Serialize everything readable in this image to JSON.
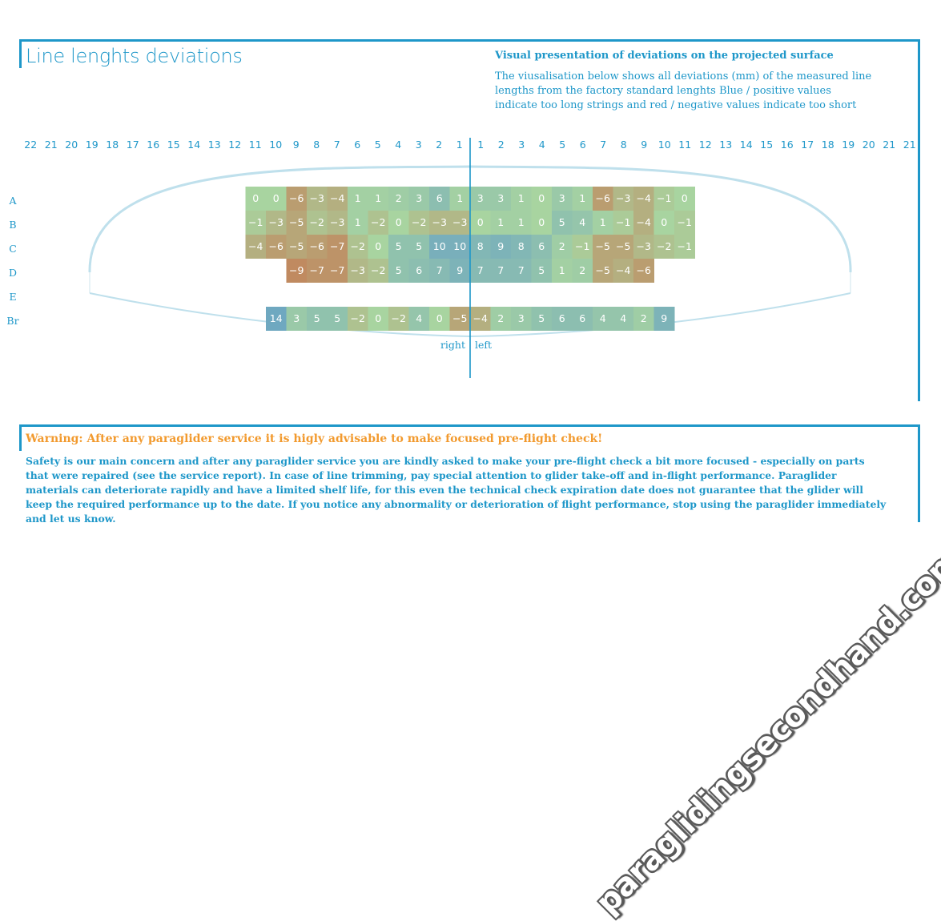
{
  "page": {
    "title": "Line lenghts deviations",
    "visual_title": "Visual presentation of deviations on the projected surface",
    "visual_description": "The viusalisation below shows all deviations (mm) of the measured line lengths from the factory standard lenghts Blue / positive values indicate too long strings and red / negative values indicate too short",
    "warning_title": "Warning: After any paraglider service it is higly advisable to make focused pre-flight check!",
    "warning_body": "Safety is our main concern and after any paraglider service you are kindly asked to make your pre-flight check a bit more focused - especially on parts that were repaired (see the service report). In case of line trimming, pay special attention to glider take-off and in-flight performance. Paraglider materials can deteriorate rapidly and have a limited shelf life, for this even the technical check expiration date does not guarantee that the glider will keep the required performance up to the date. If you notice any abnormality or deterioration of flight performance, stop using the paraglider immediately and let us know.",
    "watermark": "paraglidingsecondhand.com"
  },
  "colors": {
    "accent": "#1e97c9",
    "warning": "#f29a2e",
    "positive": "#6fa8c0",
    "neutral": "#a8d4a0",
    "negative": "#c08a60"
  },
  "chart_data": {
    "type": "heatmap",
    "units": "mm",
    "right_label": "right",
    "left_label": "left",
    "right_columns": [
      "22",
      "21",
      "20",
      "19",
      "18",
      "17",
      "16",
      "15",
      "14",
      "13",
      "12",
      "11",
      "10",
      "9",
      "8",
      "7",
      "6",
      "5",
      "4",
      "3",
      "2",
      "1"
    ],
    "left_columns": [
      "1",
      "2",
      "3",
      "4",
      "5",
      "6",
      "7",
      "8",
      "9",
      "10",
      "11",
      "12",
      "13",
      "14",
      "15",
      "16",
      "17",
      "18",
      "19",
      "20",
      "21",
      "21"
    ],
    "rows": [
      {
        "label": "A",
        "right": {
          "from": 11,
          "values": [
            0,
            0,
            -6,
            -3,
            -4,
            1,
            1,
            2,
            3,
            6,
            1
          ]
        },
        "left": {
          "values": [
            3,
            3,
            1,
            0,
            3,
            1,
            -6,
            -3,
            -4,
            -1,
            0
          ]
        }
      },
      {
        "label": "B",
        "right": {
          "from": 11,
          "values": [
            -1,
            -3,
            -5,
            -2,
            -3,
            1,
            -2,
            0,
            -2,
            -3,
            -3
          ]
        },
        "left": {
          "values": [
            0,
            1,
            1,
            0,
            5,
            4,
            1,
            -1,
            -4,
            0,
            -1
          ]
        }
      },
      {
        "label": "C",
        "right": {
          "from": 11,
          "values": [
            -4,
            -6,
            -5,
            -6,
            -7,
            -2,
            0,
            5,
            5,
            10,
            10
          ]
        },
        "left": {
          "values": [
            8,
            9,
            8,
            6,
            2,
            -1,
            -5,
            -5,
            -3,
            -2,
            -1
          ]
        }
      },
      {
        "label": "D",
        "right": {
          "from": 9,
          "values": [
            -9,
            -7,
            -7,
            -3,
            -2,
            5,
            6,
            7,
            9
          ]
        },
        "left": {
          "values": [
            7,
            7,
            7,
            5,
            1,
            2,
            -5,
            -4,
            -6
          ]
        }
      },
      {
        "label": "E",
        "right": {
          "from": 0,
          "values": []
        },
        "left": {
          "values": []
        }
      },
      {
        "label": "Br",
        "right": {
          "from": 10,
          "values": [
            14,
            3,
            5,
            5,
            -2,
            0,
            -2,
            4,
            0,
            -5
          ]
        },
        "left": {
          "values": [
            -4,
            2,
            3,
            5,
            6,
            6,
            4,
            4,
            2,
            9
          ]
        }
      }
    ]
  }
}
